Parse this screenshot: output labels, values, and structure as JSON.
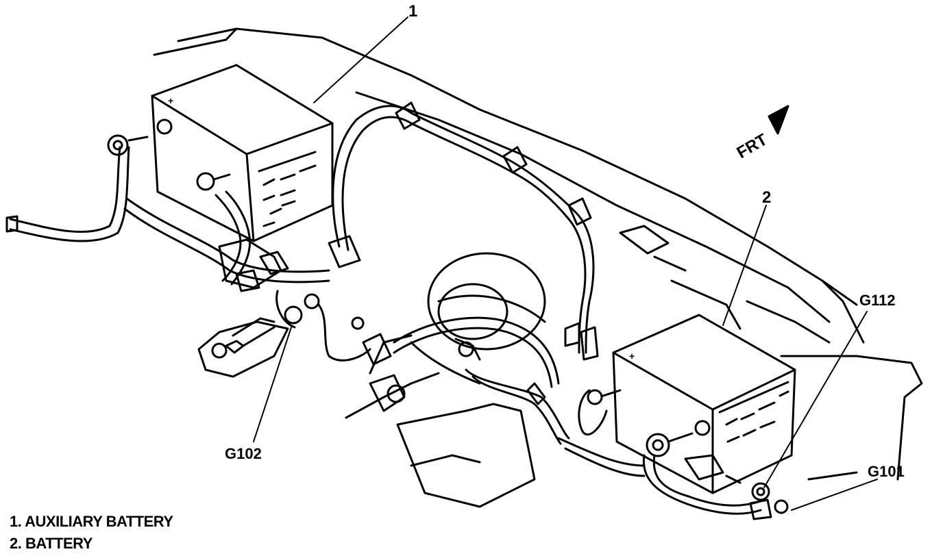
{
  "callouts": {
    "auxiliary_battery_number": "1",
    "battery_number": "2",
    "ground_g112": "G112",
    "ground_g101": "G101",
    "ground_g102": "G102"
  },
  "direction_label": "FRT",
  "legend": [
    "1. AUXILIARY BATTERY",
    "2. BATTERY"
  ]
}
